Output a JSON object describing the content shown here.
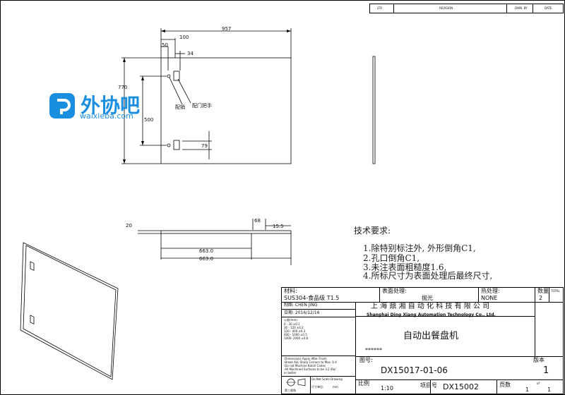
{
  "revision_header": {
    "ltr": "LTR",
    "revision": "REVISION",
    "drawn_by": "DWN. BY",
    "date": "DATE"
  },
  "dimensions_top": {
    "d957": "957",
    "d100": "100",
    "d50": "50",
    "d34": "34",
    "d770": "770",
    "d500": "500",
    "d79": "79"
  },
  "callouts": {
    "pin": "配销",
    "handle": "配门把手"
  },
  "watermark": {
    "cn": "外协吧",
    "url": "waixieba.com",
    "brand_color": "#1a8fe0"
  },
  "dimensions_side": {
    "d20": "20",
    "d68": "68",
    "d15_5": "15.5",
    "d663_a": "663.0",
    "d663_b": "663.0"
  },
  "requirements": {
    "title": "技术要求:",
    "items": [
      "1.除特别标注外, 外形倒角C1,",
      "2.孔口倒角C1,",
      "3.未注表面粗糙度1.6,",
      "4.所标尺寸为表面处理后最终尺寸,"
    ]
  },
  "title_block": {
    "material_label": "材料:",
    "material_value": "SUS304-食品级  T1.5",
    "surface_label": "表面处理:",
    "surface_value": "抛光",
    "heat_label": "热处理:",
    "heat_value": "NONE",
    "qty_label": "数量",
    "qty_value": "2",
    "total_label": "TOTAL",
    "designer": "制图: CHEN JING",
    "date": "日期: 2016/12/16",
    "company_cn": "上 海 鼎 湘 自 动 化 科 技 有 限 公 司",
    "company_en": "Shanghai Ding Xiang Automation Technology Co., Ltd.",
    "product": "自动出餐盘机",
    "stars": "******",
    "drawing_no_label": "图号:",
    "drawing_no": "DX15017-01-06",
    "version_label": "版本",
    "version": "1",
    "scale_label": "比例",
    "scale": "1:10",
    "project_label": "项目号",
    "project": "DX15002",
    "page_label": "页数",
    "page": "1",
    "of": "of",
    "pages": "1",
    "no_scale": "Do Not Scale Drawing",
    "units_label": "尺寸单位:",
    "units": "mm",
    "projection_label": "第三视角",
    "tolerance_title": "公差(mm)",
    "tol_rows": [
      "0   - 30  ±0.1",
      "30  - 120 ±0.2",
      "120 - 400 ±0.3",
      "400 - 1000 ±0.5",
      "1000- 2000 ±0.8"
    ],
    "notes_rows": [
      "·Dimensions Apply After Finish",
      "·Break ALL Sharp Corners to Max. 0.4",
      "·Do not Machine Batch Codes",
      "·All Machined Surfaces to be 3.2 /Ra/",
      " or better"
    ]
  }
}
